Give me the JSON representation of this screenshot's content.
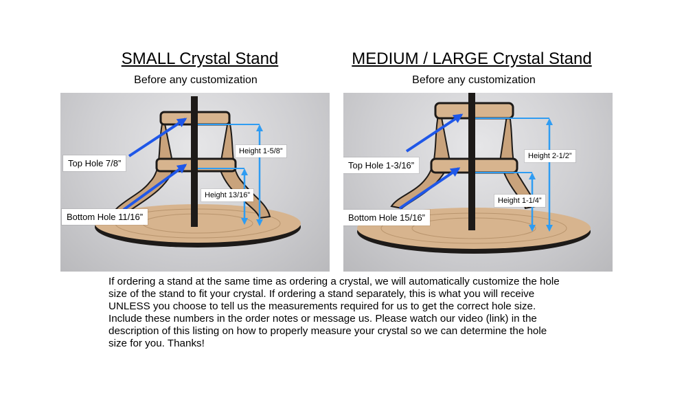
{
  "small": {
    "title": "SMALL Crystal Stand",
    "subtitle": "Before any customization",
    "labels": {
      "top_hole": "Top Hole 7/8”",
      "bottom_hole": "Bottom Hole 11/16”",
      "height_total": "Height 1-5/8”",
      "height_lower": "Height 13/16”"
    }
  },
  "medium_large": {
    "title": "MEDIUM / LARGE Crystal Stand",
    "subtitle": "Before any customization",
    "labels": {
      "top_hole": "Top Hole 1-3/16”",
      "bottom_hole": "Bottom Hole 15/16”",
      "height_total": "Height 2-1/2”",
      "height_lower": "Height 1-1/4”"
    }
  },
  "description": "If ordering a stand at the same time as ordering a crystal, we will automatically customize the hole size of the stand to fit your crystal. If ordering a stand separately, this is what you will receive UNLESS you choose to tell us the measurements required for us to get the correct hole size. Include these numbers  in the order notes or message us.  Please watch our video (link) in the description of this listing on how to properly measure your crystal so we can determine the hole size for you.  Thanks!",
  "colors": {
    "arrow_blue": "#1f57e8",
    "measure_blue": "#2f9cf2",
    "wood": "#d7b48e",
    "edge": "#1d1a18"
  }
}
